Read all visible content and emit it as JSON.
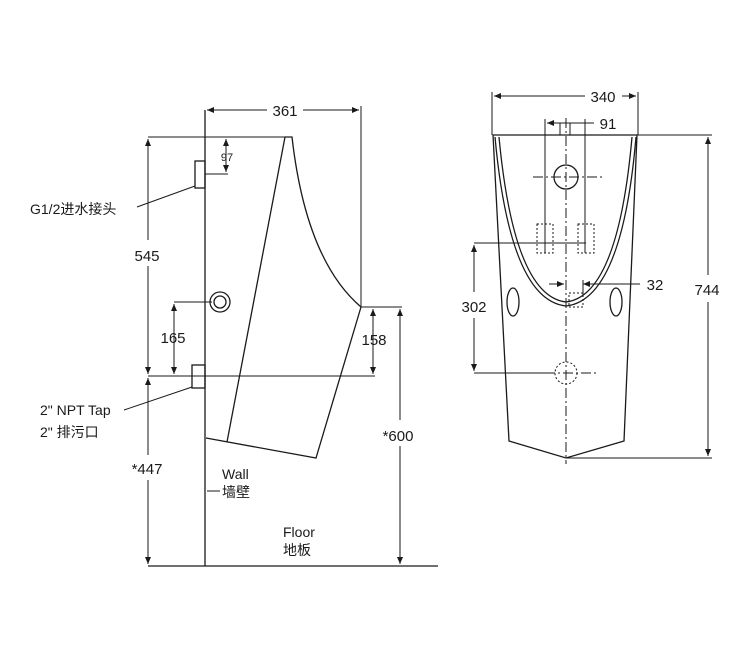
{
  "side_view": {
    "dims": {
      "width": "361",
      "inlet_offset": "97",
      "height_inlet": "545",
      "outlet_height": "165",
      "lip_height": "158",
      "floor_to_lip": "*600",
      "floor_to_drain": "*447"
    },
    "labels": {
      "inlet": "G1/2进水接头",
      "drain_en": "2\" NPT Tap",
      "drain_cn": "2\" 排污口",
      "wall_en": "Wall",
      "wall_cn": "墙壁",
      "floor_en": "Floor",
      "floor_cn": "地板"
    }
  },
  "front_view": {
    "dims": {
      "width": "340",
      "inlet_spacing": "91",
      "drain_offset": "32",
      "bracket_to_drain": "302",
      "height": "744"
    }
  }
}
